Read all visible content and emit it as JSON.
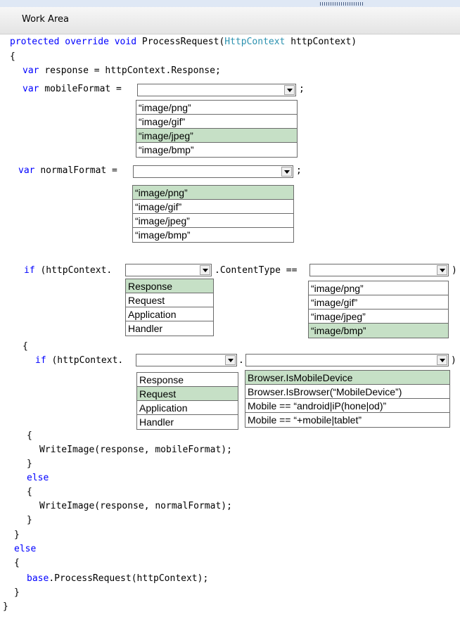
{
  "header": {
    "title": "Work Area"
  },
  "code": {
    "l01": {
      "kw1": "protected",
      "kw2": "override",
      "kw3": "void",
      "name": "ProcessRequest(",
      "type": "HttpContext",
      "rest": "httpContext)"
    },
    "l02": "{",
    "l03": {
      "kw": "var",
      "rest": "response = httpContext.Response;"
    },
    "l04": {
      "kw": "var",
      "rest": "mobileFormat =",
      "end": ";"
    },
    "l05": {
      "kw": "var",
      "rest": "normalFormat =",
      "end": ";"
    },
    "l06": {
      "kw": "if",
      "rest": "(httpContext.",
      "mid": ".ContentType ==",
      "end": ")"
    },
    "l07": "{",
    "l08": {
      "kw": "if",
      "rest": "(httpContext.",
      "dot": ".",
      "end": ")"
    },
    "l09": "{",
    "l10": "WriteImage(response, mobileFormat);",
    "l11": "}",
    "l12": "else",
    "l13": "{",
    "l14": "WriteImage(response, normalFormat);",
    "l15": "}",
    "l16": "}",
    "l17": "else",
    "l18": "{",
    "l19": {
      "kw": "base",
      "rest": ".ProcessRequest(httpContext);"
    },
    "l20": "}",
    "l21": "}"
  },
  "dropdowns": {
    "mobile_format": {
      "options": [
        "“image/png”",
        "“image/gif”",
        "“image/jpeg”",
        "“image/bmp”"
      ],
      "selected_index": 2
    },
    "normal_format": {
      "options": [
        "“image/png”",
        "“image/gif”",
        "“image/jpeg”",
        "“image/bmp”"
      ],
      "selected_index": 0
    },
    "outer_property": {
      "options": [
        "Response",
        "Request",
        "Application",
        "Handler"
      ],
      "selected_index": 0
    },
    "content_type": {
      "options": [
        "“image/png”",
        "“image/gif”",
        "“image/jpeg”",
        "“image/bmp”"
      ],
      "selected_index": 3
    },
    "inner_property": {
      "options": [
        "Response",
        "Request",
        "Application",
        "Handler"
      ],
      "selected_index": 1
    },
    "device_check": {
      "options": [
        "Browser.IsMobileDevice",
        "Browser.IsBrowser(“MobileDevice”)",
        "Mobile == “android|iP(hone|od)”",
        "Mobile == “+mobile|tablet”"
      ],
      "selected_index": 0
    }
  },
  "colors": {
    "keyword": "#0000ff",
    "type": "#2b91af",
    "selected_option": "#c6e0c6"
  },
  "icons": {
    "dropdown_arrow": "chevron-down-icon",
    "header_grip": "drag-handle-icon"
  }
}
